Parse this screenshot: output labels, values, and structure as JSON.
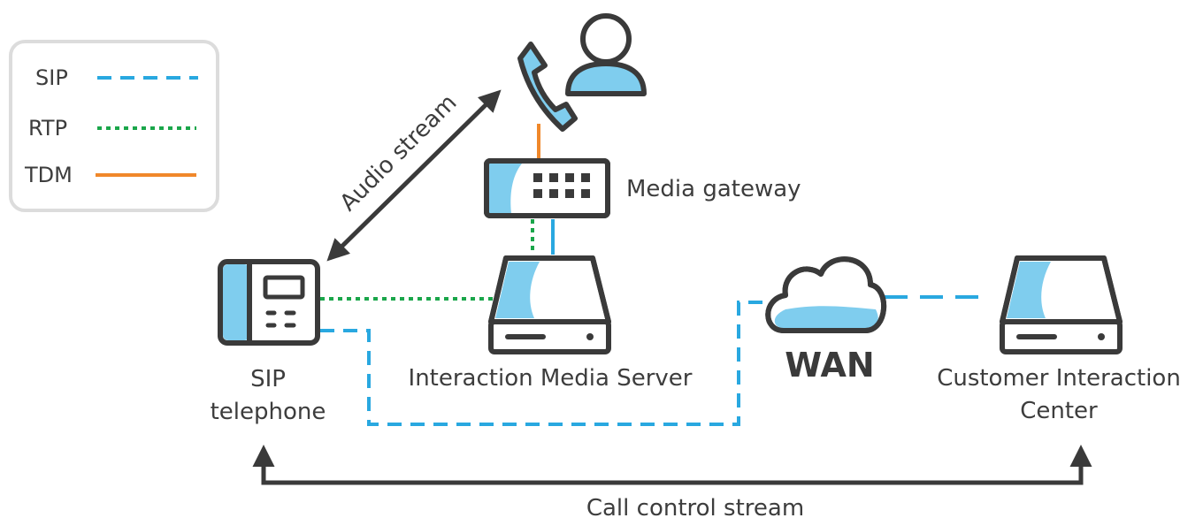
{
  "legend": {
    "items": [
      {
        "label": "SIP",
        "color": "#29a8e0",
        "style": "dashed"
      },
      {
        "label": "RTP",
        "color": "#1aa64a",
        "style": "dotted"
      },
      {
        "label": "TDM",
        "color": "#f0882a",
        "style": "solid"
      }
    ]
  },
  "nodes": {
    "media_gateway": "Media gateway",
    "media_server": "Interaction Media Server",
    "sip_phone_line1": "SIP",
    "sip_phone_line2": "telephone",
    "wan": "WAN",
    "cic_line1": "Customer Interaction",
    "cic_line2": "Center"
  },
  "edges": {
    "audio_stream": "Audio stream",
    "call_control_stream": "Call control stream"
  },
  "colors": {
    "outline": "#3a3a3a",
    "accent_fill": "#7fcdee",
    "sip": "#29a8e0",
    "rtp": "#1aa64a",
    "tdm": "#f0882a"
  }
}
